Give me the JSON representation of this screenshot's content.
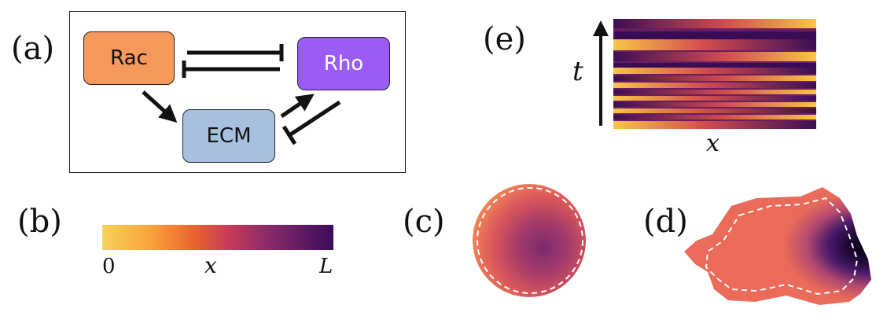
{
  "panels": {
    "a": "(a)",
    "b": "(b)",
    "c": "(c)",
    "d": "(d)",
    "e": "(e)"
  },
  "network": {
    "rac": "Rac",
    "rho": "Rho",
    "ecm": "ECM",
    "colors": {
      "rac": "#f59a5c",
      "rho": "#9b5cf5",
      "ecm": "#a8c0e0"
    }
  },
  "colorbar": {
    "min_label": "0",
    "mid_label": "x",
    "max_label": "L",
    "colormap": "inferno-like (yellow → orange → magenta → deep purple)"
  },
  "kymograph": {
    "t_label": "t",
    "x_label": "x"
  },
  "colors": {
    "cell_fill": "#ea6b5a",
    "dashed_outline": "#ffffff",
    "dark": "#2d0b4a"
  }
}
